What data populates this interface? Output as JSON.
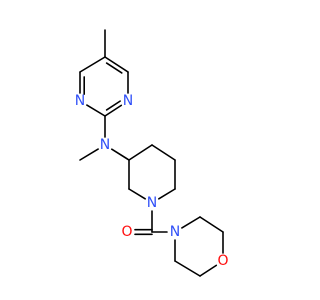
{
  "molecule": {
    "atoms": [
      {
        "id": "c_me_top",
        "symbol": "C",
        "label": ""
      },
      {
        "id": "c_py5",
        "symbol": "C",
        "label": ""
      },
      {
        "id": "c_py4",
        "symbol": "C",
        "label": ""
      },
      {
        "id": "n_py3",
        "symbol": "N",
        "label": "N"
      },
      {
        "id": "c_py2",
        "symbol": "C",
        "label": ""
      },
      {
        "id": "n_py1",
        "symbol": "N",
        "label": "N"
      },
      {
        "id": "c_py6",
        "symbol": "C",
        "label": ""
      },
      {
        "id": "n_amine",
        "symbol": "N",
        "label": "N"
      },
      {
        "id": "c_nme",
        "symbol": "C",
        "label": ""
      },
      {
        "id": "c_pip3",
        "symbol": "C",
        "label": ""
      },
      {
        "id": "c_pip4",
        "symbol": "C",
        "label": ""
      },
      {
        "id": "c_pip5",
        "symbol": "C",
        "label": ""
      },
      {
        "id": "c_pip6",
        "symbol": "C",
        "label": ""
      },
      {
        "id": "n_pip1",
        "symbol": "N",
        "label": "N"
      },
      {
        "id": "c_pip2",
        "symbol": "C",
        "label": ""
      },
      {
        "id": "c_carbonyl",
        "symbol": "C",
        "label": ""
      },
      {
        "id": "o_carbonyl",
        "symbol": "O",
        "label": "O"
      },
      {
        "id": "n_morph",
        "symbol": "N",
        "label": "N"
      },
      {
        "id": "c_m1",
        "symbol": "C",
        "label": ""
      },
      {
        "id": "c_m2",
        "symbol": "C",
        "label": ""
      },
      {
        "id": "o_morph",
        "symbol": "O",
        "label": "O"
      },
      {
        "id": "c_m3",
        "symbol": "C",
        "label": ""
      },
      {
        "id": "c_m4",
        "symbol": "C",
        "label": ""
      }
    ],
    "bonds": [
      {
        "from": "c_me_top",
        "to": "c_py5",
        "order": 1
      },
      {
        "from": "c_py5",
        "to": "c_py4",
        "order": 2
      },
      {
        "from": "c_py4",
        "to": "n_py3",
        "order": 1
      },
      {
        "from": "n_py3",
        "to": "c_py2",
        "order": 2
      },
      {
        "from": "c_py2",
        "to": "n_py1",
        "order": 1
      },
      {
        "from": "n_py1",
        "to": "c_py6",
        "order": 2
      },
      {
        "from": "c_py6",
        "to": "c_py5",
        "order": 1
      },
      {
        "from": "c_py2",
        "to": "n_amine",
        "order": 1
      },
      {
        "from": "n_amine",
        "to": "c_nme",
        "order": 1
      },
      {
        "from": "n_amine",
        "to": "c_pip3",
        "order": 1
      },
      {
        "from": "c_pip3",
        "to": "c_pip4",
        "order": 1
      },
      {
        "from": "c_pip4",
        "to": "c_pip5",
        "order": 1
      },
      {
        "from": "c_pip5",
        "to": "c_pip6",
        "order": 1
      },
      {
        "from": "c_pip6",
        "to": "n_pip1",
        "order": 1
      },
      {
        "from": "n_pip1",
        "to": "c_pip2",
        "order": 1
      },
      {
        "from": "c_pip2",
        "to": "c_pip3",
        "order": 1
      },
      {
        "from": "n_pip1",
        "to": "c_carbonyl",
        "order": 1
      },
      {
        "from": "c_carbonyl",
        "to": "o_carbonyl",
        "order": 2
      },
      {
        "from": "c_carbonyl",
        "to": "n_morph",
        "order": 1
      },
      {
        "from": "n_morph",
        "to": "c_m1",
        "order": 1
      },
      {
        "from": "c_m1",
        "to": "c_m2",
        "order": 1
      },
      {
        "from": "c_m2",
        "to": "o_morph",
        "order": 1
      },
      {
        "from": "o_morph",
        "to": "c_m3",
        "order": 1
      },
      {
        "from": "c_m3",
        "to": "c_m4",
        "order": 1
      },
      {
        "from": "c_m4",
        "to": "n_morph",
        "order": 1
      }
    ],
    "colors": {
      "bond": "#000000",
      "N": "#3050F8",
      "O": "#FF0D0D",
      "background": "#FFFFFF"
    }
  }
}
